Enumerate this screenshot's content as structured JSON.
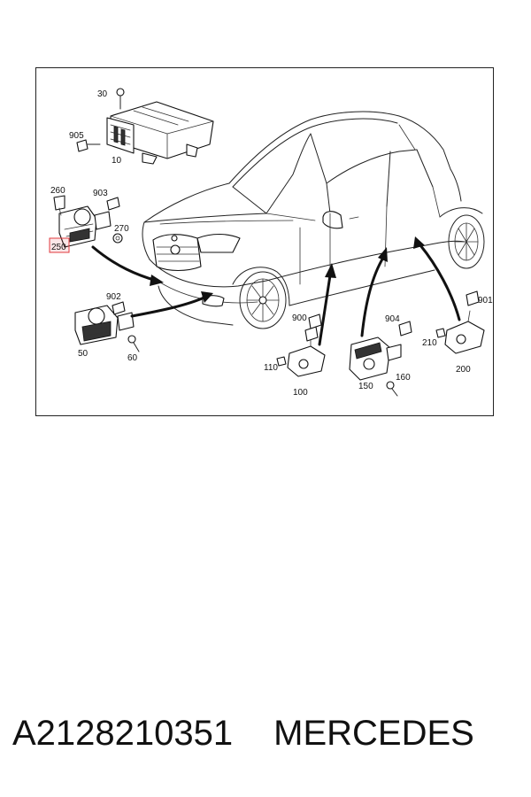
{
  "labels": {
    "l30": "30",
    "l905": "905",
    "l10": "10",
    "l260": "260",
    "l903": "903",
    "l270": "270",
    "l250": "250",
    "l902": "902",
    "l50": "50",
    "l60": "60",
    "l900": "900",
    "l110": "110",
    "l100": "100",
    "l904": "904",
    "l150": "150",
    "l160": "160",
    "l901": "901",
    "l210": "210",
    "l200": "200"
  },
  "highlight_color": "#e0393e",
  "footer": {
    "part_number": "A2128210351",
    "brand": "MERCEDES"
  }
}
